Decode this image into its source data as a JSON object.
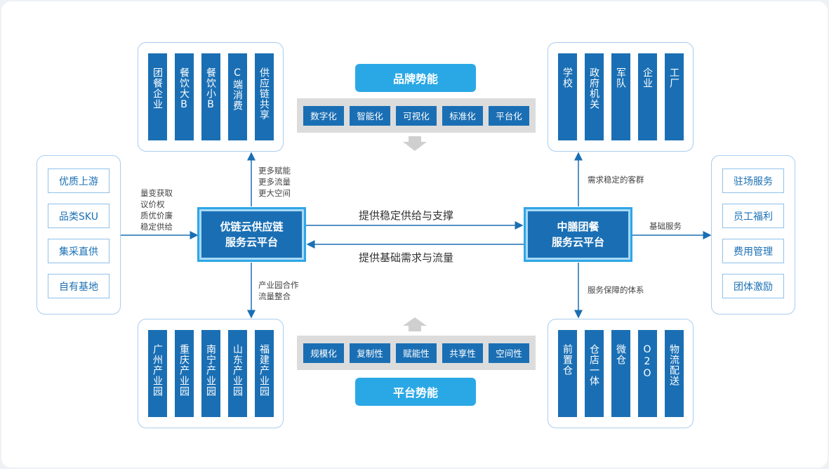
{
  "brand_energy": {
    "title": "品牌势能",
    "chips": [
      "数字化",
      "智能化",
      "可视化",
      "标准化",
      "平台化"
    ]
  },
  "platform_energy": {
    "title": "平台势能",
    "chips": [
      "规模化",
      "复制性",
      "赋能性",
      "共享性",
      "空间性"
    ]
  },
  "left_platform": {
    "line1": "优链云供应链",
    "line2": "服务云平台"
  },
  "right_platform": {
    "line1": "中膳团餐",
    "line2": "服务云平台"
  },
  "top_left_columns": [
    "团餐企业",
    "餐饮大B",
    "餐饮小B",
    "C端消费",
    "供应链共享"
  ],
  "bottom_left_columns": [
    "广州产业园",
    "重庆产业园",
    "南宁产业园",
    "山东产业园",
    "福建产业园"
  ],
  "top_right_columns": [
    "学校",
    "政府机关",
    "军队",
    "企业",
    "工厂"
  ],
  "bottom_right_columns": [
    "前置仓",
    "仓店一体",
    "微仓",
    "O2O",
    "物流配送"
  ],
  "left_list": [
    "优质上游",
    "品类SKU",
    "集采直供",
    "自有基地"
  ],
  "right_list": [
    "驻场服务",
    "员工福利",
    "费用管理",
    "团体激励"
  ],
  "labels": {
    "left_in": [
      "量变获取",
      "议价权",
      "质优价廉",
      "稳定供给"
    ],
    "up_left": [
      "更多赋能",
      "更多流量",
      "更大空间"
    ],
    "down_left": [
      "产业园合作",
      "流量整合"
    ],
    "up_right": [
      "需求稳定的客群"
    ],
    "down_right": [
      "服务保障的体系"
    ],
    "right_out": [
      "基础服务"
    ],
    "center_top": "提供稳定供给与支撑",
    "center_bottom": "提供基础需求与流量"
  },
  "colors": {
    "primary": "#1a6fb4",
    "accent": "#2aa8e6",
    "border": "#a9cdee",
    "band": "#dcdcdc"
  }
}
